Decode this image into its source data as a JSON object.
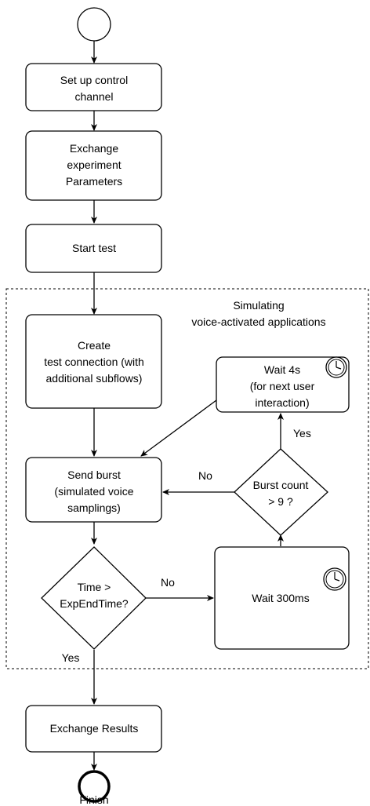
{
  "region": {
    "title_line1": "Simulating",
    "title_line2": "voice-activated applications"
  },
  "nodes": {
    "setup": {
      "line1": "Set up control",
      "line2": "channel"
    },
    "exchange_params": {
      "line1": "Exchange",
      "line2": "experiment",
      "line3": "Parameters"
    },
    "start_test": {
      "line1": "Start test"
    },
    "create_conn": {
      "line1": "Create",
      "line2": "test connection (with",
      "line3": "additional subflows)"
    },
    "wait4s": {
      "line1": "Wait 4s",
      "line2": "(for next user",
      "line3": "interaction)"
    },
    "send_burst": {
      "line1": "Send burst",
      "line2": "(simulated voice",
      "line3": "samplings)"
    },
    "burst_count": {
      "line1": "Burst count",
      "line2": "> 9 ?"
    },
    "time_check": {
      "line1": "Time >",
      "line2": "ExpEndTime?"
    },
    "wait300": {
      "line1": "Wait 300ms"
    },
    "exchange_results": {
      "line1": "Exchange Results"
    },
    "finish": {
      "label": "Finish"
    }
  },
  "edges": {
    "burst_yes": "Yes",
    "burst_no": "No",
    "time_no": "No",
    "time_yes": "Yes"
  },
  "icons": [
    "timer-icon",
    "timer-icon"
  ]
}
